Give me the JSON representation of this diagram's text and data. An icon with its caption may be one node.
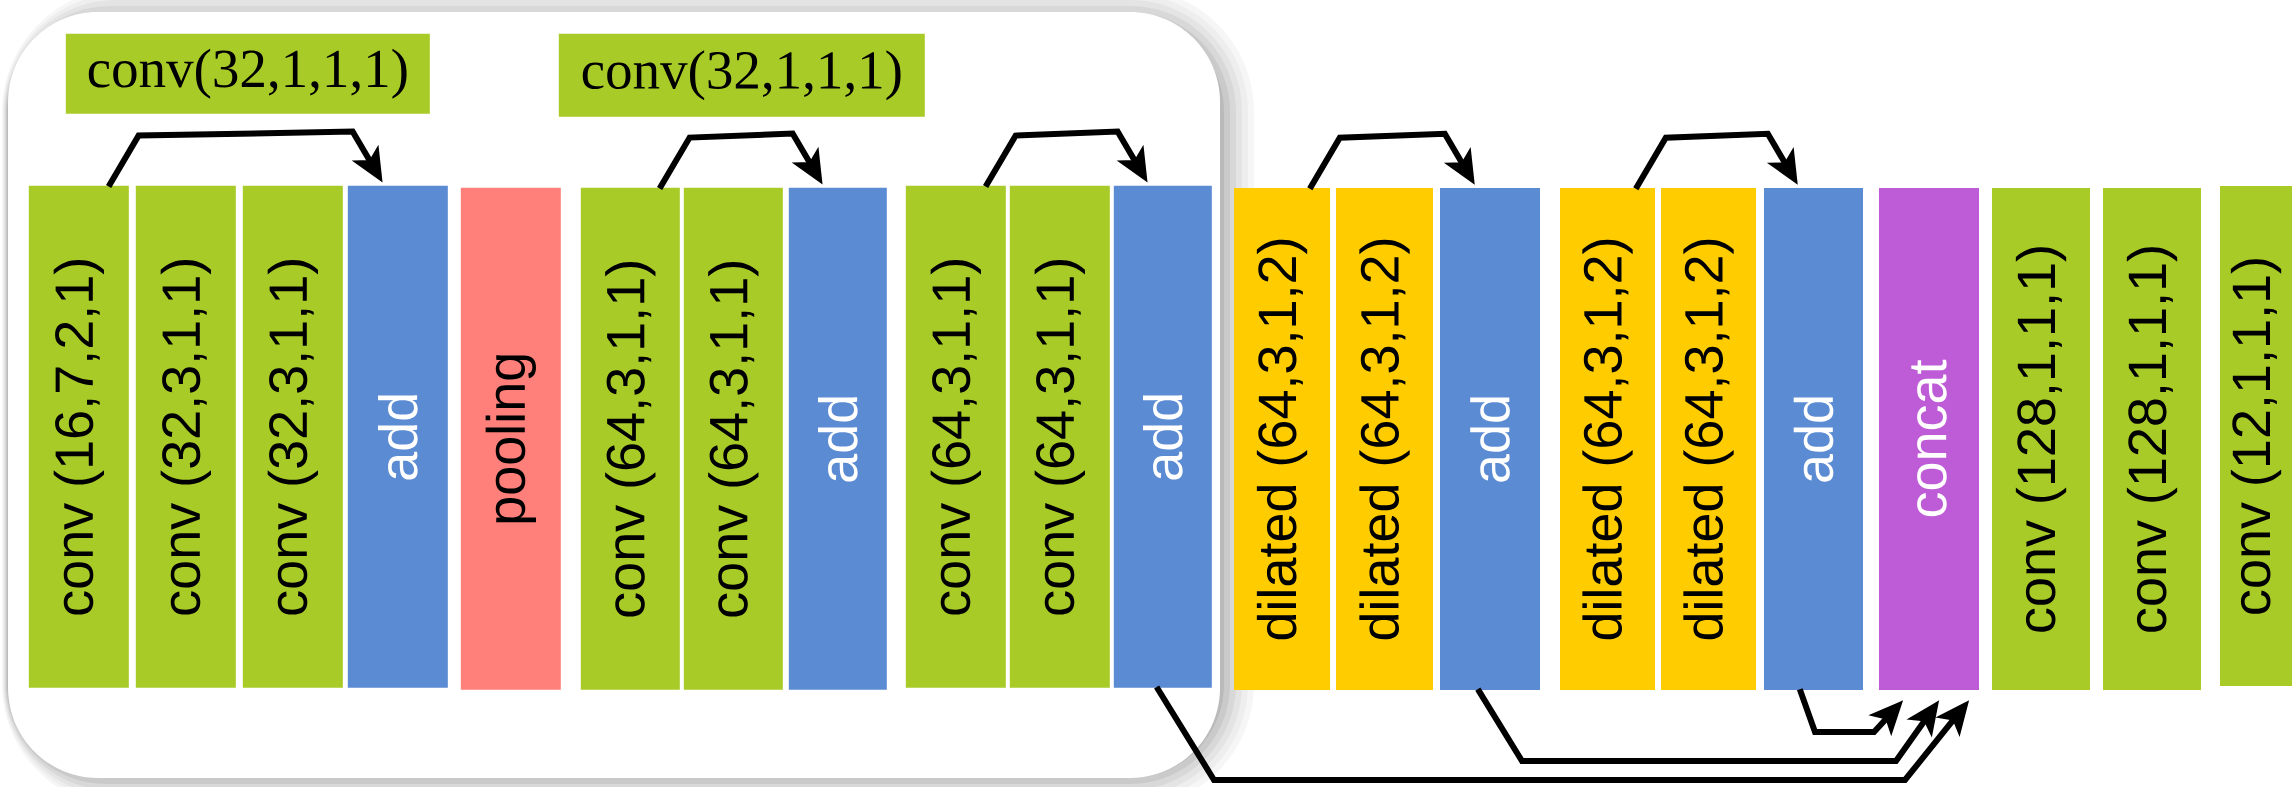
{
  "diagram": {
    "nodes": [
      {
        "text": [],
        "shape": "box"
      },
      {
        "text": [
          "conv(32,1,1,1)"
        ],
        "in": 0
      },
      {
        "text": [
          "conv(32,1,1,1)"
        ],
        "in": 0
      },
      {
        "text": [
          "conv (16,7,2,1)"
        ],
        "in": 0
      },
      {
        "text": [
          "conv (32,3,1,1)"
        ],
        "in": 0
      },
      {
        "text": [
          "conv (32,3,1,1)"
        ],
        "in": 0
      },
      {
        "text": [
          "add"
        ],
        "in": 0
      },
      {
        "text": [
          "pooling"
        ],
        "in": 0
      },
      {
        "text": [
          "conv (64,3,1,1)"
        ],
        "in": 0
      },
      {
        "text": [
          "conv (64,3,1,1)"
        ],
        "in": 0
      },
      {
        "text": [
          "add"
        ],
        "in": 0
      },
      {
        "text": [
          "conv (64,3,1,1)"
        ],
        "in": 0
      },
      {
        "text": [
          "conv (64,3,1,1)"
        ],
        "in": 0
      },
      {
        "text": [
          "add"
        ],
        "in": 0
      },
      {
        "text": [
          "dilated (64,3,1,2)"
        ]
      },
      {
        "text": [
          "dilated (64,3,1,2)"
        ]
      },
      {
        "text": [
          "add"
        ]
      },
      {
        "text": [
          "dilated (64,3,1,2)"
        ]
      },
      {
        "text": [
          "dilated (64,3,1,2)"
        ]
      },
      {
        "text": [
          "add"
        ]
      },
      {
        "text": [
          "concat"
        ]
      },
      {
        "text": [
          "conv (128,1,1,1)"
        ]
      },
      {
        "text": [
          "conv (128,1,1,1)"
        ]
      },
      {
        "text": [
          "conv (12,1,1,1)"
        ]
      }
    ],
    "edges": [
      {
        "from": 3,
        "to": 6,
        "arrow": "to"
      },
      {
        "from": 8,
        "to": 10,
        "arrow": "to"
      },
      {
        "from": 11,
        "to": 13,
        "arrow": "to"
      },
      {
        "from": 14,
        "to": 16,
        "arrow": "to"
      },
      {
        "from": 17,
        "to": 19,
        "arrow": "to"
      },
      {
        "from": 13,
        "to": 20,
        "arrow": "to"
      },
      {
        "from": 16,
        "to": 20,
        "arrow": "to"
      },
      {
        "from": 19,
        "to": 20,
        "arrow": "to"
      }
    ]
  }
}
